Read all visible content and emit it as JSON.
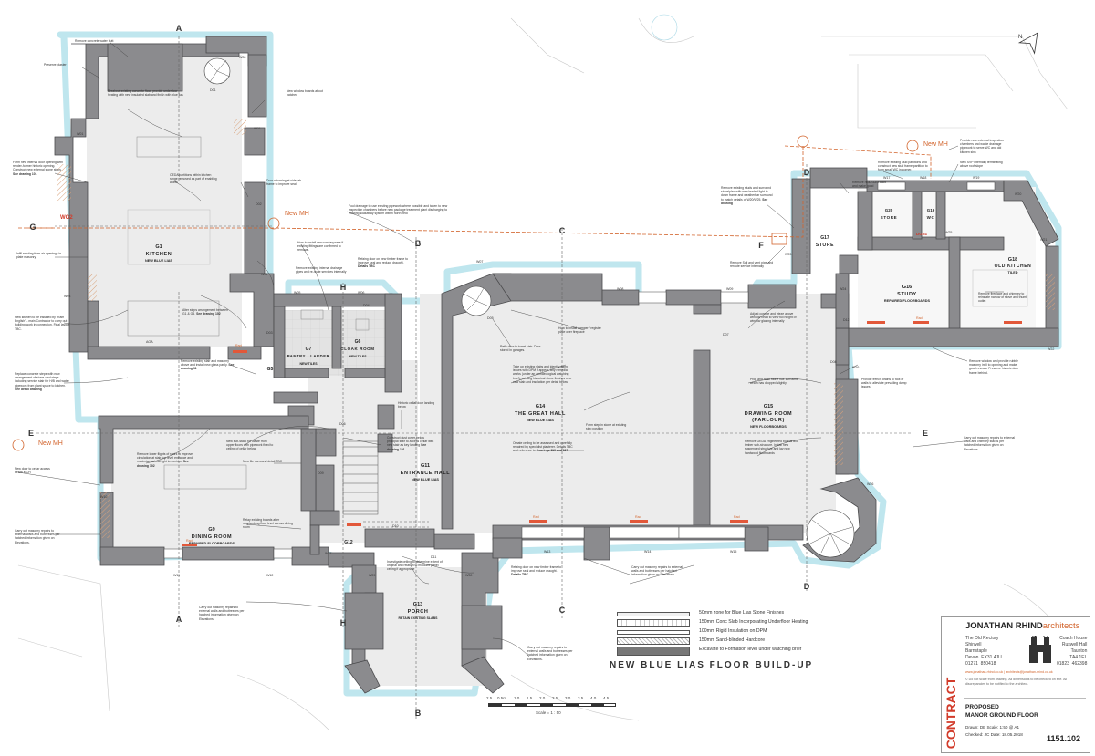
{
  "rooms": {
    "g1": {
      "id": "G1",
      "name": "KITCHEN",
      "floor": "NEW BLUE LIAS"
    },
    "g6": {
      "id": "G6",
      "name": "CLOAK ROOM",
      "floor": "NEW TILES"
    },
    "g7": {
      "id": "G7",
      "name": "PANTRY / LARDER",
      "floor": "NEW TILES"
    },
    "g5": {
      "id": "G5"
    },
    "g9": {
      "id": "G9",
      "name": "DINING ROOM",
      "floor": "REPAIRED FLOORBOARDS"
    },
    "g11": {
      "id": "G11",
      "name": "ENTRANCE HALL",
      "floor": "NEW BLUE LIAS"
    },
    "g12": {
      "id": "G12"
    },
    "g13": {
      "id": "G13",
      "name": "PORCH",
      "floor": "RETAIN EXISTING SLABS"
    },
    "g14": {
      "id": "G14",
      "name": "THE GREAT HALL",
      "floor": "NEW BLUE LIAS"
    },
    "g15": {
      "id": "G15",
      "name": "DRAWING ROOM",
      "name2": "(PARLOUR)",
      "floor": "NEW FLOORBOARDS"
    },
    "g16": {
      "id": "G16",
      "name": "STUDY",
      "floor": "REPAIRED FLOORBOARDS"
    },
    "g17": {
      "id": "G17",
      "name": "STORE"
    },
    "g18": {
      "id": "G18",
      "name": "OLD KITCHEN",
      "floor": "TILED"
    },
    "g19": {
      "id": "G19",
      "name": "WC"
    },
    "g20": {
      "id": "G20",
      "name": "STORE"
    }
  },
  "section_markers": {
    "a": "A",
    "b": "B",
    "c": "C",
    "d": "D",
    "e": "E",
    "f": "F",
    "g": "G",
    "h": "H"
  },
  "manholes": {
    "mh1": "New MH",
    "mh2": "New MH",
    "mh3": "New MH"
  },
  "tags": {
    "d01": "D01",
    "d02": "D02",
    "d03": "D03",
    "d04": "D04",
    "d05": "D05",
    "d06": "D06",
    "d07": "D07",
    "d08": "D08",
    "d09": "D09",
    "d10": "D10",
    "d11": "D11",
    "d12": "D12",
    "w01": "W01",
    "w02": "W02",
    "w03": "W03",
    "w04": "W04",
    "w05": "W05",
    "w06": "W06",
    "w07": "W07",
    "w08": "W08",
    "w09": "W09",
    "w10": "W10",
    "w11": "W11",
    "w12": "W12",
    "w13": "W13",
    "w14": "W14",
    "w15": "W15",
    "w16": "W16",
    "w17": "W17",
    "w18": "W18",
    "w19": "W19",
    "w20": "W20",
    "w21": "W21",
    "w22": "W22",
    "w23": "W23",
    "w24": "W24",
    "w25": "W25",
    "w26": "W26",
    "w27": "W27",
    "w28": "W28",
    "w29": "W29",
    "w30": "W30",
    "wg2": "WG2",
    "dg24": "DG24",
    "aga": "AGA",
    "rad": "Rad"
  },
  "notes": {
    "n1": "Remove concrete water butt",
    "n2": "Preserve plaster",
    "n3": "Breakout existing concrete floor, provide underfloor heating with new insulated slab and finish with blue lias",
    "n4": "New window boards about hatched",
    "n5": "Form new internal door opening with render-former historic opening. Construct new external stone steps.",
    "n5b": "See drawing 101",
    "n6": "OEDA partitions within kitchen range removed as part of enabling works",
    "n7": "Door returning at side jab frame to improve seal",
    "n8": "Infill existing from air openings in plate masonry",
    "n9": "New kitchen to be installed by \"Ram English\" - main Contractor to carry out building work in connection. Final layout TBC.",
    "n10": "How to install new sanitaryware if existing fittings are confirmed to removal.",
    "n11": "Foul drainage to use existing pipework where possible and taken to new inspection chambers before new package treatment plant discharging to existing soakaway system within north field",
    "n12": "Refaing door on new timber frame to improve seal and reduce draught.",
    "n12b": "Details TBC",
    "n13": "Remove existing internal drainage pipes and re-route services internally",
    "n14": "Alter steps arrangement between G1 & G5.",
    "n14b": "See drawing 102",
    "n15": "Remove existing stair and masonry above and install new glass partly.",
    "n15b": "See drawing 11",
    "n16": "Replace concrete steps with new arrangement of stone-clad steps including service stair for H/B and water pipework from plant space to kitchen.",
    "n16b": "See detail drawing",
    "n17": "New door to cellar access below MCH",
    "n18": "Remove lower flights of stairs to improve circulation at stair-top level entrance and maximise natural light to corridor.",
    "n18b": "See drawing 102",
    "n19": "New sub-stack for waste from upper floors with pipework fixed to ceiling of cellar below",
    "n20": "New file surround detail TBC",
    "n21": "Historic cellar door landing below",
    "n22": "Construct dust cover below principal stair to access cellar with new stair as key landing",
    "n22b": "See drawing 101",
    "n23": "Relay existing boards after resy/ambing floor level across dining room",
    "n24": "Carry out masonry repairs to external walls and buttresses per hatched information given on Elevations.",
    "n25": "Investigate ceiling to determine extent of original and relation to moulded panel ceiling if appropriate",
    "n26": "Refaing door on new timber frame to improve seal and reduce draught.",
    "n26b": "Details TBC",
    "n27": "Carry out masonry repairs to external walls and buttresses per hatched information given on Elevations.",
    "n28": "Carry out masonry repairs to external walls and buttresses per hatched information given on Elevations.",
    "n29": "How to install damper / register plate over fireplace",
    "n30": "Refix door to turret stair. Door stored in garages.",
    "n31": "Take up existing slabs and identify damp issues with DPM if appear. Any remedial works (under an archaeological watching brief), existing historical stone finishes over new slab and insulation per detail below",
    "n32": "Form step in stone at existing step position",
    "n33": "Ornate ceiling to be assessed and carefully repaired by specialist plasterer. Details TBC and reference to",
    "n33b": "drawings 110 and 117",
    "n34": "Adjust cornice and frieze above window head to view full height of window glazing internally",
    "n35": "Prop and raise stone flue surround which has dropped slightly",
    "n36": "Remove OEDA engineered boards and timber sub-structure. Install new suspended structure and lay new hardwood floorboards",
    "n37": "Carry out masonry repairs to external walls and chimney stacks per hatched information given on Elevations.",
    "n38": "Carry out masonry repairs to external walls and buttresses per hatched information given on Elevations.",
    "n39": "Provide french drains to foot of walls to alleviate prevailing damp issues",
    "n40": "Remove window and provide rubble masonry infill to opening and make good reveals. Preserve historic door frame behind.",
    "n41": "Remove fireplace and chimney to reinstate narrow of stove and thumb outlet",
    "n42": "Remove existing studs and surround stonelplan with new leaded light in down frame and weatherbar surround to match details of W20/W25.",
    "n42b": "See drawing",
    "n43": "Remove redundant toilet and make good",
    "n44": "Remove existing stud partitions and construct new stud frame partition to form small WC in corner.",
    "n45": "Provide new external inspection chambers and waste drainage pipework to serve WC and old kitchen sink",
    "n46": "New SVP internally terminating above roof slope",
    "n47": "Remove Soil and vent pipe and reroute service internally"
  },
  "legend": {
    "title": "NEW BLUE LIAS FLOOR BUILD-UP",
    "rows": [
      "50mm zone for Blue Lias Stone Finishes",
      "150mm Conc Slab Incorporating Underfloor Heating",
      "100mm Rigid Insulation on DPM",
      "150mm Sand-blinded Hardcore",
      "Excavate to Formation level under watching brief"
    ]
  },
  "scale": {
    "labels": [
      "2.5",
      "0.5m",
      "1.0",
      "1.5",
      "2.0",
      "2.5",
      "3.0",
      "3.5",
      "4.0",
      "4.5"
    ],
    "caption": "Scale = 1 : 50"
  },
  "compass": {
    "label": "N"
  },
  "titleblock": {
    "firm_name": "JONATHAN RHIND",
    "firm_suffix": "architects",
    "addr_left": "The Old Rectory\nShirwell\nBarnstaple\nDevon  EX31 4JU\n01271  850418",
    "addr_right": "Coach House\nRuswell Hall\nTaunton\nTA4 1EL\n01823  462398",
    "web": "www.jonathan-rhind.co.uk  |  architects@jonathan-rhind.co.uk",
    "copyright": "© Do not scale from drawing. All dimensions to be checked on site. All discrepancies to be notified to the architect.",
    "status": "CONTRACT",
    "project1": "PROPOSED",
    "project2": "MANOR GROUND FLOOR",
    "drawn": "Drawn:   DB   Scale: 1:50 @ A1",
    "checked": "Checked: JC   Date: 18.05.2018",
    "number": "1151.102"
  }
}
